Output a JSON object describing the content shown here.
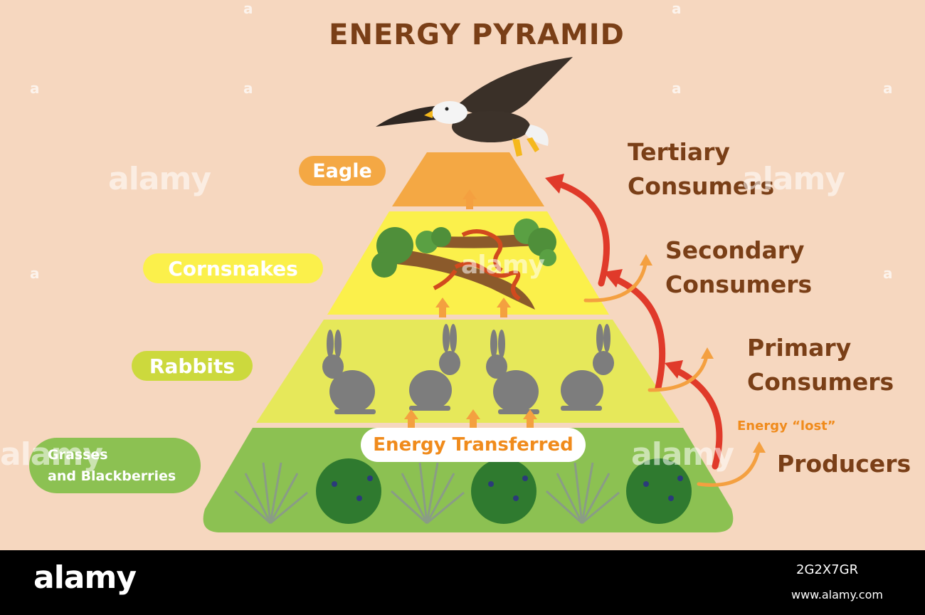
{
  "title": "ENERGY PYRAMID",
  "levels": {
    "eagle": "Eagle",
    "cornsnakes": "Cornsnakes",
    "rabbits": "Rabbits",
    "grasses": "Grasses\nand Blackberries"
  },
  "trophic": {
    "tertiary": "Tertiary\nConsumers",
    "secondary": "Secondary\nConsumers",
    "primary": "Primary\nConsumers",
    "producers": "Producers"
  },
  "energy_transferred": "Energy Transferred",
  "energy_lost": "Energy “lost”",
  "watermark": {
    "text": "alamy",
    "letter": "a"
  },
  "footer": {
    "logo": "alamy",
    "image_id": "2G2X7GR",
    "url": "www.alamy.com"
  },
  "colors": {
    "background": "#f6d7bf",
    "tier_top": "#f4a844",
    "tier_snakes": "#fbf04b",
    "tier_rabbits": "#e6e85a",
    "tier_producers": "#8cc152",
    "text_brown": "#7a3f17",
    "arrow_red": "#e03a2a",
    "arrow_orange": "#f4a040"
  }
}
